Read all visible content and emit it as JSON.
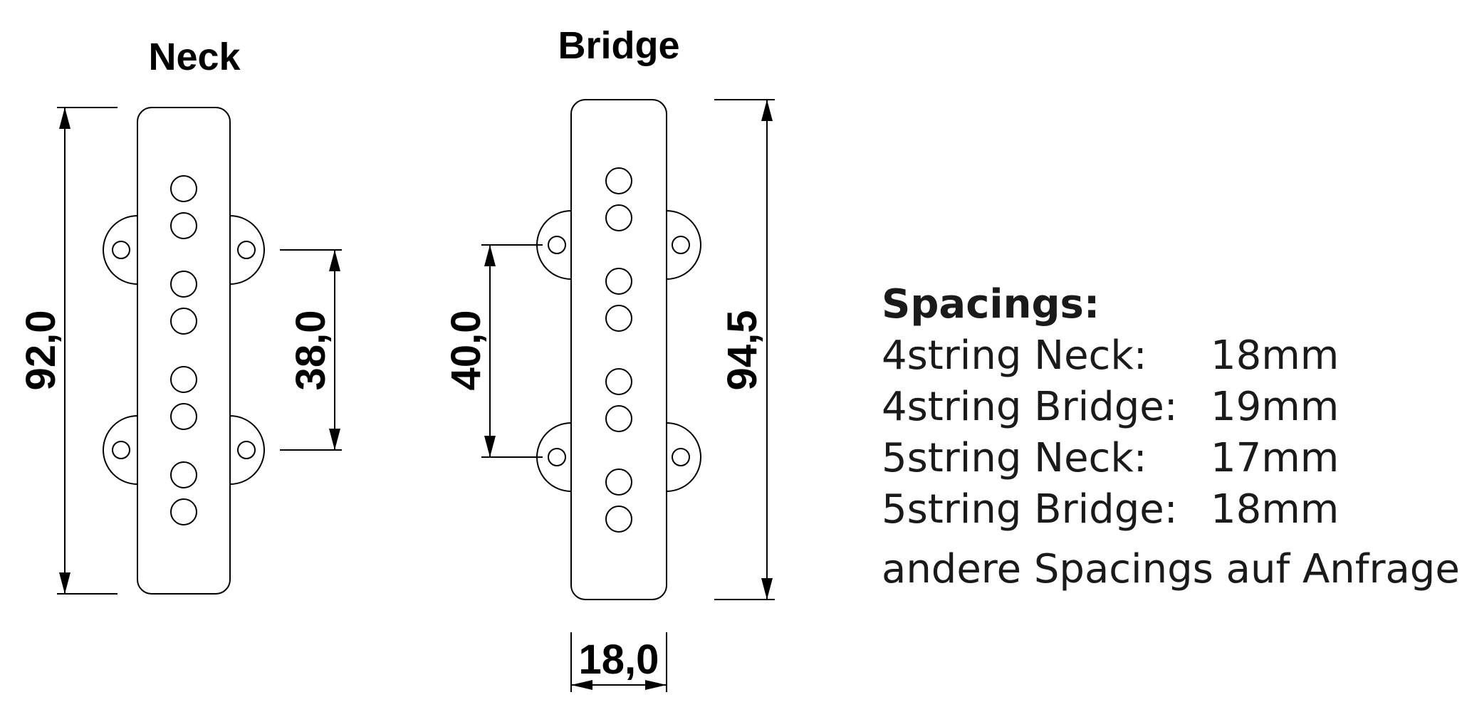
{
  "neck": {
    "title": "Neck",
    "height_dim": "92,0",
    "ear_spacing_dim": "38,0"
  },
  "bridge": {
    "title": "Bridge",
    "height_dim": "94,5",
    "ear_spacing_dim": "40,0",
    "width_dim": "18,0"
  },
  "spacings": {
    "heading": "Spacings:",
    "rows": [
      {
        "name": "4string Neck:",
        "value": "18mm"
      },
      {
        "name": "4string Bridge:",
        "value": "19mm"
      },
      {
        "name": "5string Neck:",
        "value": "17mm"
      },
      {
        "name": "5string Bridge:",
        "value": "18mm"
      }
    ],
    "note": "andere Spacings auf Anfrage"
  }
}
